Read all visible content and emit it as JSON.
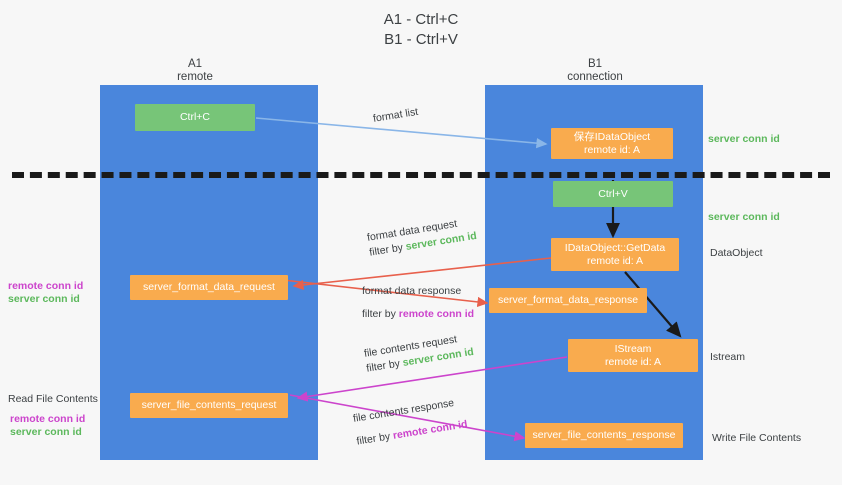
{
  "title": {
    "line1": "A1 - Ctrl+C",
    "line2": "B1 - Ctrl+V"
  },
  "lanes": [
    {
      "id": "a1",
      "name": "A1",
      "sub": "remote",
      "color": "#4a86dc"
    },
    {
      "id": "b1",
      "name": "B1",
      "sub": "connection",
      "color": "#4a86dc"
    }
  ],
  "colors": {
    "lane": "#4a86dc",
    "orange": "#f9ab4e",
    "green_box": "#77c578",
    "server_conn": "#5cb85c",
    "remote_conn": "#cc44cc",
    "arrow_blue": "#8ab6e8",
    "arrow_red": "#e8604c",
    "arrow_magenta": "#cc44cc",
    "arrow_black": "#1a1a1a",
    "background": "#f7f7f7"
  },
  "nodes": [
    {
      "id": "ctrl-c",
      "line1": "Ctrl+C",
      "line2": "",
      "style": "green"
    },
    {
      "id": "idataobject-recv",
      "line1": "保存IDataObject",
      "line2": "remote id: A",
      "style": "orange"
    },
    {
      "id": "ctrl-v",
      "line1": "Ctrl+V",
      "line2": "",
      "style": "green"
    },
    {
      "id": "getdata",
      "line1": "IDataObject::GetData",
      "line2": "remote id: A",
      "style": "orange"
    },
    {
      "id": "server-format-data-request",
      "line1": "server_format_data_request",
      "line2": "",
      "style": "orange"
    },
    {
      "id": "server-format-data-response",
      "line1": "server_format_data_response",
      "line2": "",
      "style": "orange"
    },
    {
      "id": "istream",
      "line1": "IStream",
      "line2": "remote id: A",
      "style": "orange"
    },
    {
      "id": "server-file-contents-request",
      "line1": "server_file_contents_request",
      "line2": "",
      "style": "orange"
    },
    {
      "id": "server-file-contents-response",
      "line1": "server_file_contents_response",
      "line2": "",
      "style": "orange"
    }
  ],
  "edge_labels": [
    {
      "id": "format-list",
      "text": "format list",
      "filter_prefix": "",
      "filter_tag": "",
      "tag_color": ""
    },
    {
      "id": "format-data-request",
      "text": "format data request",
      "filter_prefix": "filter by ",
      "filter_tag": "server conn id",
      "tag_color": "green"
    },
    {
      "id": "format-data-response",
      "text": "format data response",
      "filter_prefix": "filter by ",
      "filter_tag": "remote conn id",
      "tag_color": "purple"
    },
    {
      "id": "file-contents-request",
      "text": "file contents request",
      "filter_prefix": "filter by ",
      "filter_tag": "server conn id",
      "tag_color": "green"
    },
    {
      "id": "file-contents-response",
      "text": "file contents response",
      "filter_prefix": "filter by ",
      "filter_tag": "remote conn id",
      "tag_color": "purple"
    }
  ],
  "right_labels": [
    {
      "id": "server-conn-id-top",
      "text": "server conn id",
      "style": "green"
    },
    {
      "id": "server-conn-id-second",
      "text": "server conn id",
      "style": "green"
    },
    {
      "id": "dataobject",
      "text": "DataObject",
      "style": "plain"
    },
    {
      "id": "istream-label",
      "text": "Istream",
      "style": "plain"
    },
    {
      "id": "write-file-contents",
      "text": "Write File Contents",
      "style": "plain"
    }
  ],
  "left_labels": [
    {
      "id": "remote-conn-id-1",
      "text": "remote conn id",
      "style": "purple"
    },
    {
      "id": "server-conn-id-1",
      "text": "server conn id",
      "style": "green"
    },
    {
      "id": "read-file-contents",
      "text": "Read File Contents",
      "style": "plain"
    },
    {
      "id": "remote-conn-id-2",
      "text": "remote conn id",
      "style": "purple"
    },
    {
      "id": "server-conn-id-2",
      "text": "server conn id",
      "style": "green"
    }
  ]
}
